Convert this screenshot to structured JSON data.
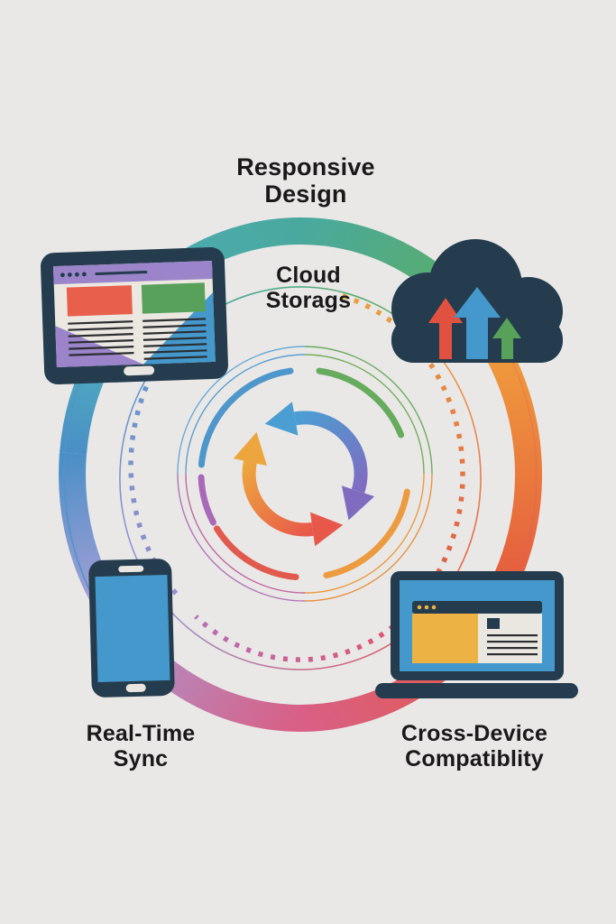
{
  "title": "Cloud storage multi-device sync infographic",
  "labels": {
    "responsive": {
      "line1": "Responsive",
      "line2": "Design"
    },
    "cloud": {
      "line1": "Cloud",
      "line2": "Storags"
    },
    "realtime": {
      "line1": "Real-Time",
      "line2": "Sync"
    },
    "crossdevice": {
      "line1": "Cross-Device",
      "line2": "Compatiblity"
    }
  },
  "icons": [
    "tablet-browser-icon",
    "cloud-upload-icon",
    "sync-arrows-icon",
    "smartphone-icon",
    "laptop-browser-icon"
  ],
  "palette": {
    "bg": "#e9e8e7",
    "ink": "#191919",
    "navy": "#243c4e",
    "screenBlue": "#4598cb",
    "cream": "#ece8e1",
    "barPurple": "#9b84c9",
    "blockRed": "#e8604c",
    "blockGreen": "#57a15b",
    "detailDark": "#2b2d31",
    "winOrange": "#ecb244",
    "panelLight": "#eae7e1",
    "homeLight": "#e9e6e2",
    "teal": "#4fadbe",
    "tealGreen": "#49a99e",
    "green": "#5fae5c",
    "orange": "#f0a03c",
    "redOrange": "#e4593e",
    "pinkRed": "#d95f86",
    "lilac": "#a39ed6",
    "blue": "#4a8fc6",
    "thinBlue": "#5094c8",
    "thinOrange": "#ee9a3f",
    "thinRed": "#e2574f",
    "thinTeal": "#47a9a3",
    "thinGreen": "#63ab5c",
    "thinOrangeLight": "#eda04a",
    "thinRose": "#df5c6b",
    "thinLilac": "#9c94d2",
    "dotPurple": "#9a8cce",
    "dotBlue": "#4e9ac9",
    "dotOrange": "#e9a23f",
    "dotRed": "#df5648",
    "dotPink": "#df5470",
    "dotMagenta": "#b66fb5",
    "segBlue": "#4f97cb",
    "segGreen": "#66ab5e",
    "segOrange": "#ec9b3f",
    "segRed": "#e25a4e",
    "segPurple": "#a86ab8",
    "c1Blue": "#5b9fd0",
    "c1Green": "#74ad5f",
    "c1Pink": "#c0689f",
    "c2Blue": "#6aaad5",
    "c2Green": "#6cab60",
    "c2Orange": "#e8923f",
    "c2Pink": "#b473b8",
    "arrBlue": "#4b9ed2",
    "arrPurple": "#7f6cc0",
    "arrOrange": "#eda63e",
    "arrRed": "#e8584a",
    "cloudArrowRed": "#e0523f",
    "cloudArrowBlue": "#4598cb",
    "cloudArrowGreen": "#58a15a"
  }
}
